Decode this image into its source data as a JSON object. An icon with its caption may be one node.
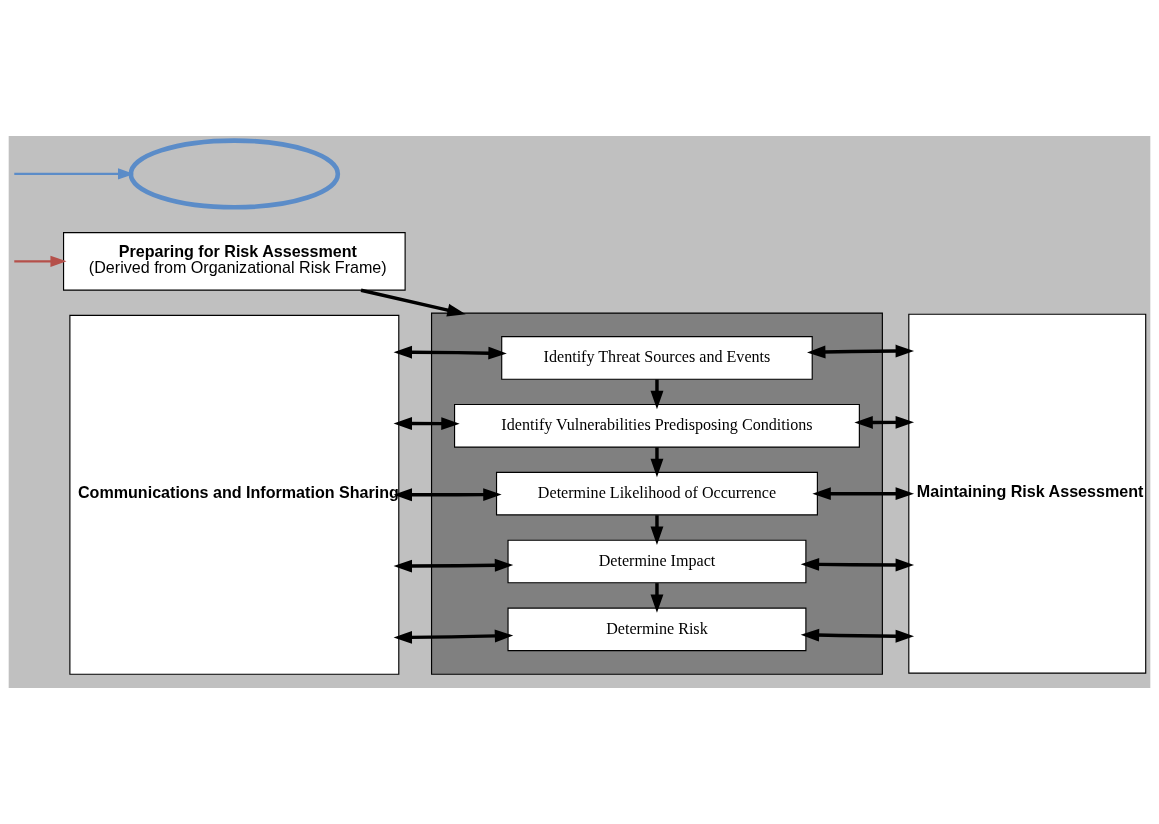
{
  "diagram": {
    "nodes": [
      {
        "text": [
          "Preparing for Risk Assessment",
          "(Derived from Organizational Risk Frame)"
        ]
      },
      {
        "text": [],
        "shape": "box"
      },
      {
        "text": [
          "Identify Threat Sources and Events"
        ],
        "in": 1
      },
      {
        "text": [
          "Identify Vulnerabilities Predisposing Conditions"
        ],
        "in": 1
      },
      {
        "text": [
          "Determine Likelihood of Occurrence"
        ],
        "in": 1
      },
      {
        "text": [
          "Determine Impact"
        ],
        "in": 1
      },
      {
        "text": [
          "Determine Risk"
        ],
        "in": 1
      },
      {
        "text": [
          "Communications and Information Sharing"
        ]
      },
      {
        "text": [
          "Maintaining Risk Assessment"
        ]
      },
      {
        "text": [],
        "shape": "ellipse"
      }
    ],
    "edges": [
      {
        "from": 0,
        "to": 1,
        "arrow": "to"
      },
      {
        "from": 2,
        "to": 3,
        "arrow": "to"
      },
      {
        "from": 3,
        "to": 4,
        "arrow": "to"
      },
      {
        "from": 4,
        "to": 5,
        "arrow": "to"
      },
      {
        "from": 5,
        "to": 6,
        "arrow": "to"
      },
      {
        "from": 7,
        "to": 2,
        "arrow": "both"
      },
      {
        "from": 7,
        "to": 3,
        "arrow": "both"
      },
      {
        "from": 7,
        "to": 4,
        "arrow": "both"
      },
      {
        "from": 7,
        "to": 5,
        "arrow": "both"
      },
      {
        "from": 7,
        "to": 6,
        "arrow": "both"
      },
      {
        "from": 2,
        "to": 8,
        "arrow": "both"
      },
      {
        "from": 3,
        "to": 8,
        "arrow": "both"
      },
      {
        "from": 4,
        "to": 8,
        "arrow": "both"
      },
      {
        "from": 5,
        "to": 8,
        "arrow": "both"
      },
      {
        "from": 6,
        "to": 8,
        "arrow": "both"
      },
      {
        "from": null,
        "to": 0,
        "arrow": "to",
        "color": "#b5504a"
      },
      {
        "from": null,
        "to": 9,
        "arrow": "to",
        "color": "#5b8cc8"
      }
    ]
  }
}
